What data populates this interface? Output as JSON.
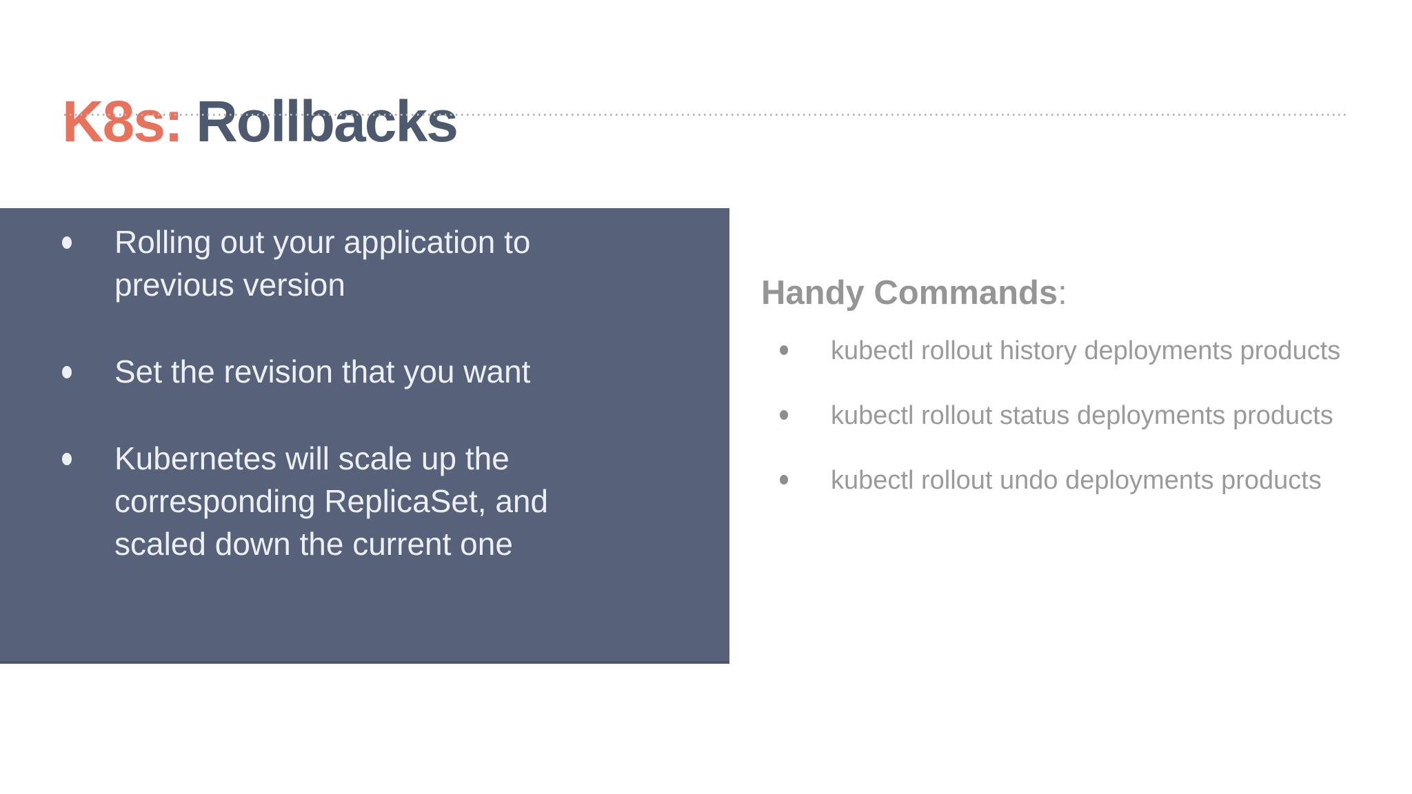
{
  "slide": {
    "title": {
      "prefix": "K8s:",
      "rest": "Rollbacks"
    },
    "box": {
      "bullets": [
        "Rolling out your application to previous version",
        "Set the revision that you want",
        "Kubernetes will scale up the corresponding ReplicaSet, and scaled down the current one"
      ]
    },
    "commands": {
      "heading": "Handy Commands",
      "heading_suffix": ":",
      "items": [
        "kubectl rollout history deployments products",
        "kubectl rollout status deployments products",
        "kubectl rollout undo deployments products"
      ]
    },
    "colors": {
      "accent_orange": "#E8735C",
      "title_slate": "#4D5A6E",
      "box_background": "#57627A",
      "box_text": "#EDF0F3",
      "muted_gray": "#9A9A9A"
    }
  }
}
